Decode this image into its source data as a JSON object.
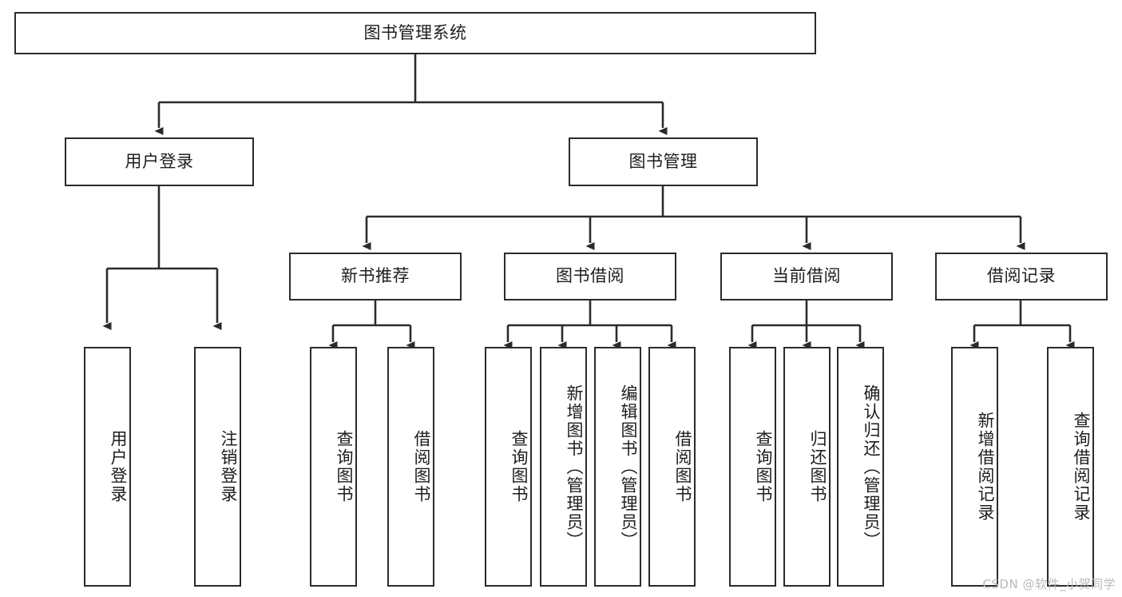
{
  "diagram": {
    "title": "图书管理系统",
    "type": "hierarchy-tree",
    "background_color": "#ffffff",
    "line_color": "#2b2b2b",
    "text_color": "#1d1d1d",
    "root": {
      "label": "图书管理系统"
    },
    "level2": [
      {
        "label": "用户登录"
      },
      {
        "label": "图书管理"
      }
    ],
    "level3": [
      {
        "label": "新书推荐"
      },
      {
        "label": "图书借阅"
      },
      {
        "label": "当前借阅"
      },
      {
        "label": "借阅记录"
      }
    ],
    "leaves": [
      {
        "label": "用户登录"
      },
      {
        "label": "注销登录"
      },
      {
        "label": "查询图书"
      },
      {
        "label": "借阅图书"
      },
      {
        "label": "查询图书"
      },
      {
        "label": "新增图书（管理员）"
      },
      {
        "label": "编辑图书（管理员）"
      },
      {
        "label": "借阅图书"
      },
      {
        "label": "查询图书"
      },
      {
        "label": "归还图书"
      },
      {
        "label": "确认归还（管理员）"
      },
      {
        "label": "新增借阅记录"
      },
      {
        "label": "查询借阅记录"
      }
    ]
  },
  "watermark": {
    "text": "CSDN @软件_小贺同学"
  }
}
